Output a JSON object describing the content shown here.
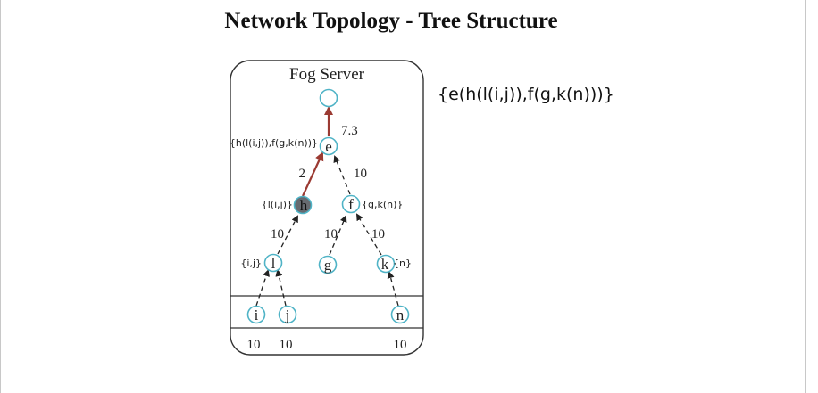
{
  "title": "Network Topology - Tree Structure",
  "formula": "{e(h(l(i,j)),f(g,k(n)))}",
  "diagram": {
    "server_label": "Fog Server",
    "nodes": {
      "root": "",
      "e": "e",
      "h": "h",
      "f": "f",
      "l": "l",
      "g": "g",
      "k": "k",
      "i": "i",
      "j": "j",
      "n": "n"
    },
    "annotations": {
      "e": "{h(l(i,j)),f(g,k(n))}",
      "h": "{l(i,j)}",
      "f": "{g,k(n)}",
      "l": "{i,j}",
      "k": "{n}"
    },
    "weights": {
      "e_root": "7.3",
      "h_e": "2",
      "f_e": "10",
      "l_h": "10",
      "g_f": "10",
      "k_f": "10"
    },
    "bottom_values": {
      "i": "10",
      "j": "10",
      "n": "10"
    },
    "colors": {
      "node_border": "#4fb3c6",
      "highlight_edge": "#9b3a32",
      "dashed_edge": "#222222",
      "dark_node": "#666a70"
    }
  }
}
